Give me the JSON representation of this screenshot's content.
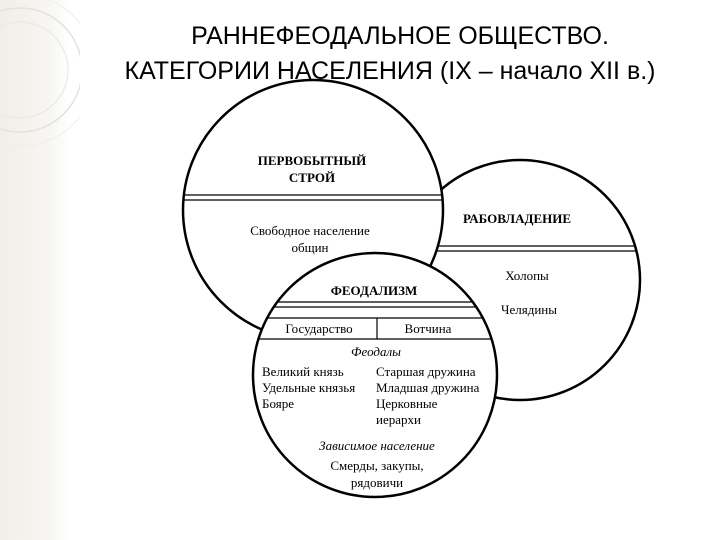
{
  "title_line1": "РАННЕФЕОДАЛЬНОЕ ОБЩЕСТВО.",
  "title_line2": "КАТЕГОРИИ НАСЕЛЕНИЯ (IX – начало XII в.)",
  "primitive": {
    "heading_line1": "ПЕРВОБЫТНЫЙ",
    "heading_line2": "СТРОЙ",
    "text_line1": "Свободное население",
    "text_line2": "общин"
  },
  "slavery": {
    "heading": "РАБОВЛАДЕНИЕ",
    "item1": "Холопы",
    "item2": "Челядины"
  },
  "feudalism": {
    "heading": "ФЕОДАЛИЗМ",
    "col_left": "Государство",
    "col_right": "Вотчина",
    "feudals_label": "Феодалы",
    "left_items": [
      "Великий князь",
      "Удельные князья",
      "Бояре"
    ],
    "right_items": [
      "Старшая дружина",
      "Младшая дружина",
      "Церковные",
      "иерархи"
    ],
    "dependent_label": "Зависимое население",
    "dependent_line1": "Смерды, закупы,",
    "dependent_line2": "рядовичи"
  }
}
